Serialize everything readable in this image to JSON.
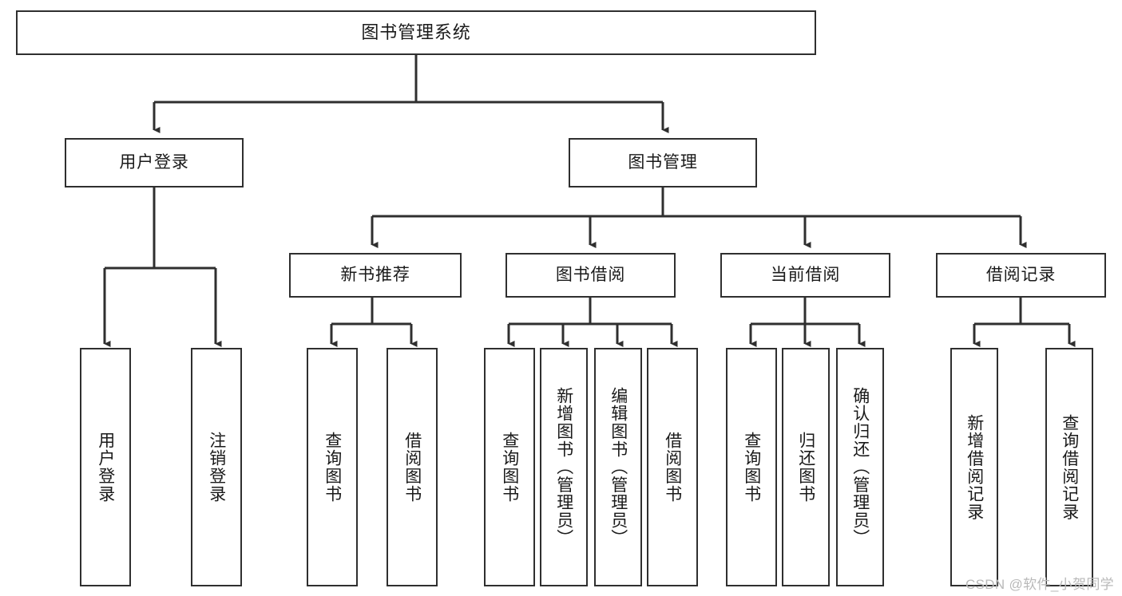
{
  "diagram": {
    "type": "tree",
    "title": "图书管理系统",
    "watermark": "CSDN @软件_小贺同学",
    "colors": {
      "box_border": "#2f2f2f",
      "box_fill": "#ffffff",
      "edge": "#2f2f2f",
      "text": "#1a1a1a",
      "watermark": "#b9b9b9"
    },
    "nodes": {
      "root": {
        "label": "图书管理系统",
        "level": 1,
        "orientation": "horizontal"
      },
      "l2_user_login": {
        "label": "用户登录",
        "level": 2,
        "orientation": "horizontal"
      },
      "l2_book_manage": {
        "label": "图书管理",
        "level": 2,
        "orientation": "horizontal"
      },
      "l3_new_book_rec": {
        "label": "新书推荐",
        "level": 3,
        "orientation": "horizontal"
      },
      "l3_book_borrow": {
        "label": "图书借阅",
        "level": 3,
        "orientation": "horizontal"
      },
      "l3_current_borrow": {
        "label": "当前借阅",
        "level": 3,
        "orientation": "horizontal"
      },
      "l3_borrow_record": {
        "label": "借阅记录",
        "level": 3,
        "orientation": "horizontal"
      },
      "leaf_user_login": {
        "label": "用户登录",
        "level": 4,
        "orientation": "vertical"
      },
      "leaf_logout": {
        "label": "注销登录",
        "level": 4,
        "orientation": "vertical"
      },
      "leaf_query_book_1": {
        "label": "查询图书",
        "level": 4,
        "orientation": "vertical"
      },
      "leaf_borrow_book_1": {
        "label": "借阅图书",
        "level": 4,
        "orientation": "vertical"
      },
      "leaf_query_book_2": {
        "label": "查询图书",
        "level": 4,
        "orientation": "vertical"
      },
      "leaf_add_book": {
        "label": "新增图书（管理员）",
        "level": 4,
        "orientation": "vertical"
      },
      "leaf_edit_book": {
        "label": "编辑图书（管理员）",
        "level": 4,
        "orientation": "vertical"
      },
      "leaf_borrow_book_2": {
        "label": "借阅图书",
        "level": 4,
        "orientation": "vertical"
      },
      "leaf_query_book_3": {
        "label": "查询图书",
        "level": 4,
        "orientation": "vertical"
      },
      "leaf_return_book": {
        "label": "归还图书",
        "level": 4,
        "orientation": "vertical"
      },
      "leaf_confirm_return": {
        "label": "确认归还（管理员）",
        "level": 4,
        "orientation": "vertical"
      },
      "leaf_add_record": {
        "label": "新增借阅记录",
        "level": 4,
        "orientation": "vertical"
      },
      "leaf_query_record": {
        "label": "查询借阅记录",
        "level": 4,
        "orientation": "vertical"
      }
    },
    "edges": [
      {
        "from": "root",
        "to": "l2_user_login"
      },
      {
        "from": "root",
        "to": "l2_book_manage"
      },
      {
        "from": "l2_user_login",
        "to": "leaf_user_login"
      },
      {
        "from": "l2_user_login",
        "to": "leaf_logout"
      },
      {
        "from": "l2_book_manage",
        "to": "l3_new_book_rec"
      },
      {
        "from": "l2_book_manage",
        "to": "l3_book_borrow"
      },
      {
        "from": "l2_book_manage",
        "to": "l3_current_borrow"
      },
      {
        "from": "l2_book_manage",
        "to": "l3_borrow_record"
      },
      {
        "from": "l3_new_book_rec",
        "to": "leaf_query_book_1"
      },
      {
        "from": "l3_new_book_rec",
        "to": "leaf_borrow_book_1"
      },
      {
        "from": "l3_book_borrow",
        "to": "leaf_query_book_2"
      },
      {
        "from": "l3_book_borrow",
        "to": "leaf_add_book"
      },
      {
        "from": "l3_book_borrow",
        "to": "leaf_edit_book"
      },
      {
        "from": "l3_book_borrow",
        "to": "leaf_borrow_book_2"
      },
      {
        "from": "l3_current_borrow",
        "to": "leaf_query_book_3"
      },
      {
        "from": "l3_current_borrow",
        "to": "leaf_return_book"
      },
      {
        "from": "l3_current_borrow",
        "to": "leaf_confirm_return"
      },
      {
        "from": "l3_borrow_record",
        "to": "leaf_add_record"
      },
      {
        "from": "l3_borrow_record",
        "to": "leaf_query_record"
      }
    ]
  }
}
